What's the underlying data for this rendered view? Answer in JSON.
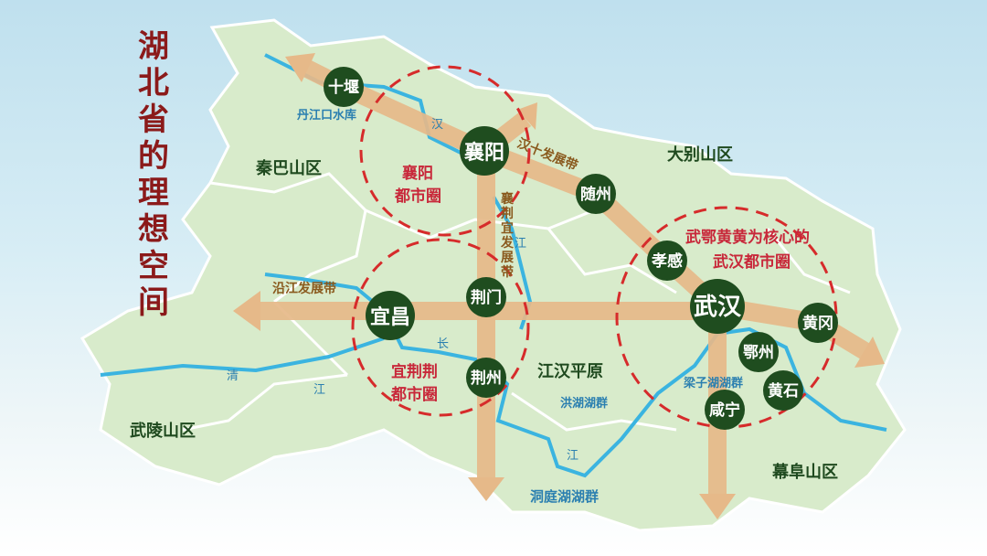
{
  "title": "湖北省的理想空间",
  "colors": {
    "land": "#d8ebcb",
    "band": "#e6b989",
    "city": "#1f4d1f",
    "circle": "#d62b2b",
    "water": "#3bb4e0",
    "region_text": "#1f4a1f",
    "title": "#8b1a1a",
    "band_text": "#8a5a1e",
    "metro_text": "#c8283a",
    "water_text": "#2a7fb0"
  },
  "cities": [
    {
      "name": "十堰"
    },
    {
      "name": "襄阳"
    },
    {
      "name": "随州"
    },
    {
      "name": "孝感"
    },
    {
      "name": "武汉"
    },
    {
      "name": "黄冈"
    },
    {
      "name": "鄂州"
    },
    {
      "name": "黄石"
    },
    {
      "name": "咸宁"
    },
    {
      "name": "宜昌"
    },
    {
      "name": "荆门"
    },
    {
      "name": "荆州"
    }
  ],
  "regions": [
    "秦巴山区",
    "大别山区",
    "武陵山区",
    "幕阜山区",
    "江汉平原"
  ],
  "waters": [
    "丹江口水库",
    "洪湖湖群",
    "洞庭湖湖群",
    "梁子湖湖群"
  ],
  "river_chars": [
    "汉",
    "江",
    "长",
    "清",
    "江",
    "江"
  ],
  "bands": {
    "hanshi": "汉十发展带",
    "xiangjingyi": "襄荆宜发展带",
    "yanjiang": "沿江发展带"
  },
  "metros": {
    "xiangyang": [
      "襄阳",
      "都市圈"
    ],
    "yijingjing": [
      "宜荆荆",
      "都市圈"
    ],
    "wuhan": [
      "武鄂黄黄为核心的",
      "武汉都市圈"
    ]
  }
}
